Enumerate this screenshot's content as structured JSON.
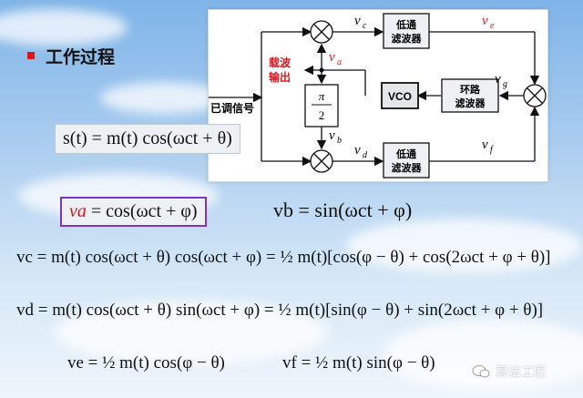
{
  "heading": "工作过程",
  "diagram": {
    "input_label": "已调信号",
    "carrier_label_line1": "载波",
    "carrier_label_line2": "输出",
    "lpf_top_line1": "低通",
    "lpf_top_line2": "滤波器",
    "lpf_bottom_line1": "低通",
    "lpf_bottom_line2": "滤波器",
    "loop_filter_line1": "环路",
    "loop_filter_line2": "滤波器",
    "vco_label": "VCO",
    "phase_shift_top": "π",
    "phase_shift_bottom": "2",
    "sig_vc": "v",
    "sig_vc_sub": "c",
    "sig_ve": "v",
    "sig_ve_sub": "e",
    "sig_va": "v",
    "sig_va_sub": "a",
    "sig_vg": "v",
    "sig_vg_sub": "g",
    "sig_vb": "v",
    "sig_vb_sub": "b",
    "sig_vd": "v",
    "sig_vd_sub": "d",
    "sig_vf": "v",
    "sig_vf_sub": "f"
  },
  "equations": {
    "s_of_t": "s(t) = m(t) cos(ωct + θ)",
    "va_lhs": "va",
    "va_rhs": " = cos(ωct + φ)",
    "vb": "vb = sin(ωct + φ)",
    "vc": "vc = m(t) cos(ωct + θ) cos(ωct + φ) = ½ m(t)[cos(φ − θ) + cos(2ωct + φ + θ)]",
    "vd": "vd = m(t) cos(ωct + θ) sin(ωct + φ) = ½ m(t)[sin(φ − θ) + sin(2ωct + φ + θ)]",
    "ve": "ve = ½ m(t) cos(φ − θ)",
    "vf": "vf = ½ m(t) sin(φ − θ)"
  },
  "watermark": "算法工匠",
  "colors": {
    "accent_red": "#e0141b",
    "accent_blue": "#1f2bd1",
    "box_purple": "#7a34c8"
  }
}
